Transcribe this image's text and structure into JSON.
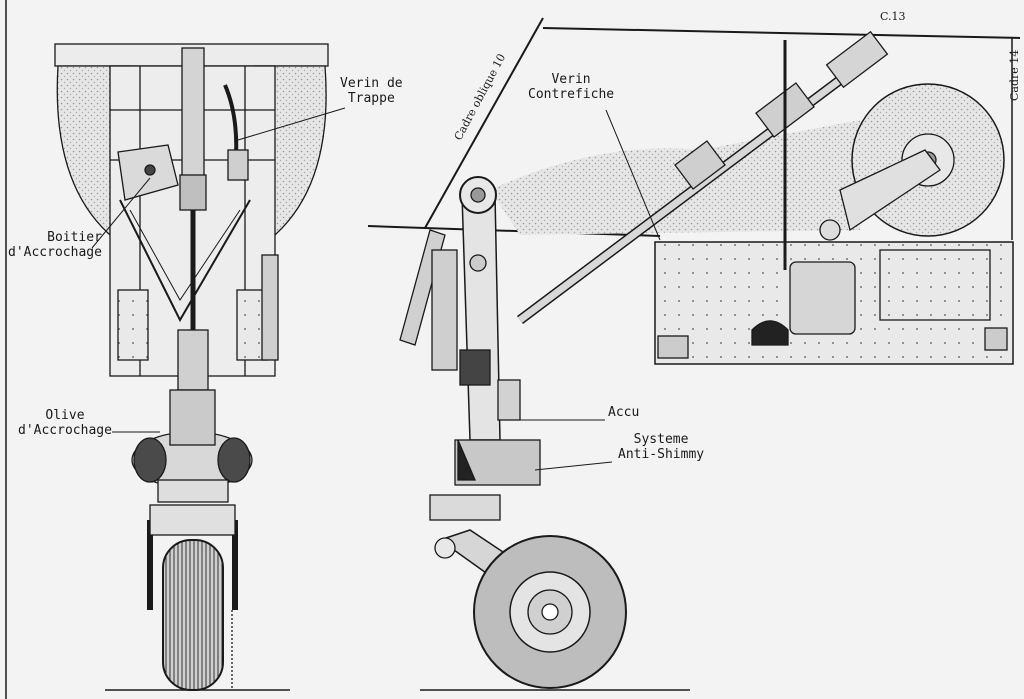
{
  "labels": {
    "verin_de_trappe": "Verin de\nTrappe",
    "boitier_accrochage": "Boitier\nd'Accrochage",
    "olive_accrochage": "Olive\nd'Accrochage",
    "verin_contrefiche": "Verin\nContrefiche",
    "accu": "Accu",
    "systeme_anti_shimmy": "Systeme\nAnti-Shimmy",
    "cadre_oblique": "Cadre oblique 10",
    "c13": "C.13",
    "cadre_14": "Cadre 14"
  },
  "colors": {
    "ink": "#1a1a1a",
    "shade": "#bdbdbd",
    "light": "#dcdcdc",
    "paper": "#f3f3f3"
  }
}
